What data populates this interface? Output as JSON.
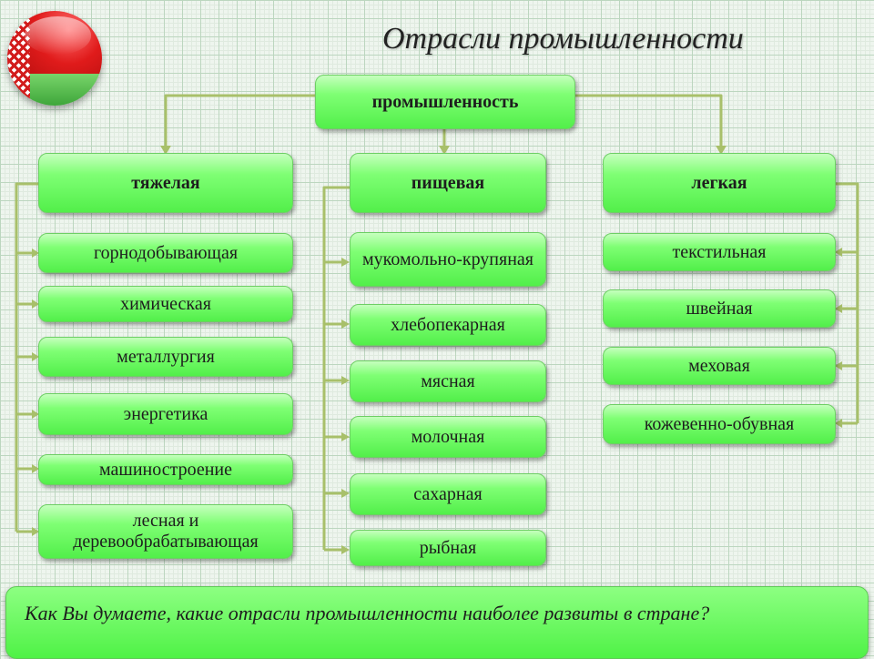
{
  "title": "Отрасли промышленности",
  "root": "промышленность",
  "branches": [
    {
      "label": "тяжелая",
      "items": [
        "горнодобывающая",
        "химическая",
        "металлургия",
        "энергетика",
        "машиностроение",
        "лесная и деревообрабатывающая"
      ]
    },
    {
      "label": "пищевая",
      "items": [
        "мукомольно-крупяная",
        "хлебопекарная",
        "мясная",
        "молочная",
        "сахарная",
        "рыбная"
      ]
    },
    {
      "label": "легкая",
      "items": [
        "текстильная",
        "швейная",
        "меховая",
        "кожевенно-обувная"
      ]
    }
  ],
  "question": "Как Вы думаете, какие отрасли промышленности наиболее развиты в стране?",
  "colors": {
    "box_fill": "#7fff74",
    "connector": "#a8c06a",
    "flag_red": "#e01b1b",
    "flag_green": "#3ea63a"
  }
}
